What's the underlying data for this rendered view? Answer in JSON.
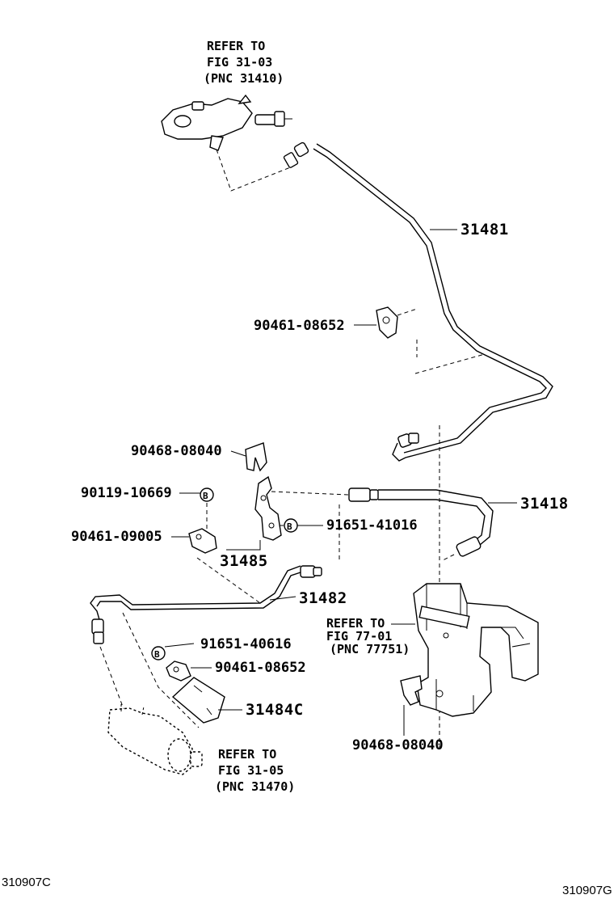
{
  "labels": {
    "ref_top": [
      "REFER TO",
      "FIG 31-03",
      "(PNC 31410)"
    ],
    "ref_mid": [
      "REFER TO",
      "FIG 77-01",
      "(PNC 77751)"
    ],
    "ref_bottom": [
      "REFER TO",
      "FIG 31-05",
      "(PNC 31470)"
    ],
    "p31481": "31481",
    "p90461_08652_a": "90461-08652",
    "p90468_08040_a": "90468-08040",
    "p90119_10669": "90119-10669",
    "p90461_09005": "90461-09005",
    "p31418": "31418",
    "p91651_41016": "91651-41016",
    "p31485": "31485",
    "p31482": "31482",
    "p91651_40616": "91651-40616",
    "p90461_08652_b": "90461-08652",
    "p31484c": "31484C",
    "p90468_08040_b": "90468-08040",
    "bolt_marker": "B",
    "code_left": "310907C",
    "code_right": "310907G"
  }
}
